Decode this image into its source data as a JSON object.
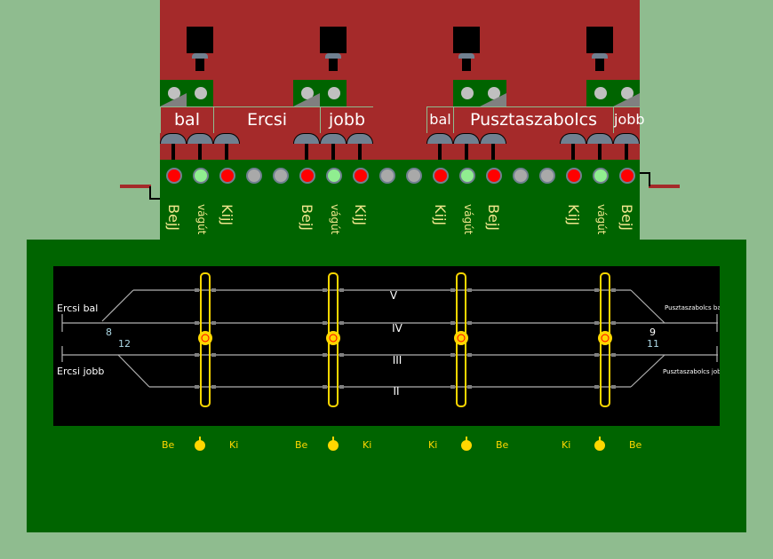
{
  "sections": [
    {
      "labels": [
        "bal",
        "Ercsi",
        "jobb"
      ]
    },
    {
      "labels": [
        "bal",
        "Pusztaszabolcs",
        "jobb"
      ]
    }
  ],
  "lamps": [
    "red",
    "green",
    "red",
    "gray",
    "gray",
    "red",
    "green",
    "red",
    "gray",
    "gray",
    "red",
    "green",
    "red",
    "gray",
    "gray",
    "red",
    "green",
    "red"
  ],
  "colors": {
    "red": "#ff0000",
    "green": "#90ee90",
    "gray": "#a9a9a9",
    "panel_red": "#a52a2a",
    "board_green": "#006400",
    "yellow": "#ffd700"
  },
  "signal_labels": [
    "BejJ",
    "vágút",
    "KijJ",
    "BejJ",
    "vágút",
    "KijJ",
    "KijJ",
    "vágút",
    "BejJ",
    "KijJ",
    "vágút",
    "BejJ"
  ],
  "tracks": {
    "names": [
      "V",
      "IV",
      "III",
      "II"
    ],
    "left": {
      "top": "Ercsi bal",
      "bottom": "Ercsi jobb",
      "num_a": "8",
      "num_b": "12"
    },
    "right": {
      "top": "Pusztaszabolcs bal",
      "bottom": "Pusztaszabolcs jobb",
      "num_a": "9",
      "num_b": "11"
    }
  },
  "bottom_labels": [
    [
      "Be",
      "Ki"
    ],
    [
      "Be",
      "Ki"
    ],
    [
      "Ki",
      "Be"
    ],
    [
      "Ki",
      "Be"
    ]
  ]
}
